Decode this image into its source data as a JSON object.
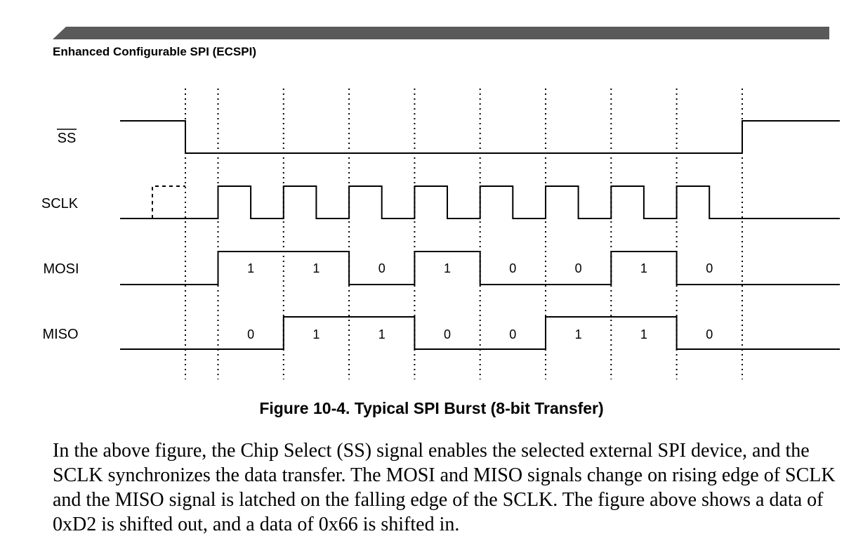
{
  "header": {
    "section_title": "Enhanced Configurable SPI (ECSPI)"
  },
  "diagram": {
    "signals": [
      {
        "label": "SS",
        "overline": true
      },
      {
        "label": "SCLK"
      },
      {
        "label": "MOSI"
      },
      {
        "label": "MISO"
      }
    ],
    "mosi_bits": [
      "1",
      "1",
      "0",
      "1",
      "0",
      "0",
      "1",
      "0"
    ],
    "miso_bits": [
      "0",
      "1",
      "1",
      "0",
      "0",
      "1",
      "1",
      "0"
    ]
  },
  "figure_caption": "Figure 10-4. Typical SPI Burst (8-bit Transfer)",
  "body_text": "In the above figure, the Chip Select (SS) signal enables the selected external SPI device, and the SCLK synchronizes the data transfer. The MOSI and MISO signals change on rising edge of SCLK and the MISO signal is latched on the falling edge of the SCLK. The figure above shows a data of 0xD2 is shifted out, and a data of 0x66 is shifted in."
}
